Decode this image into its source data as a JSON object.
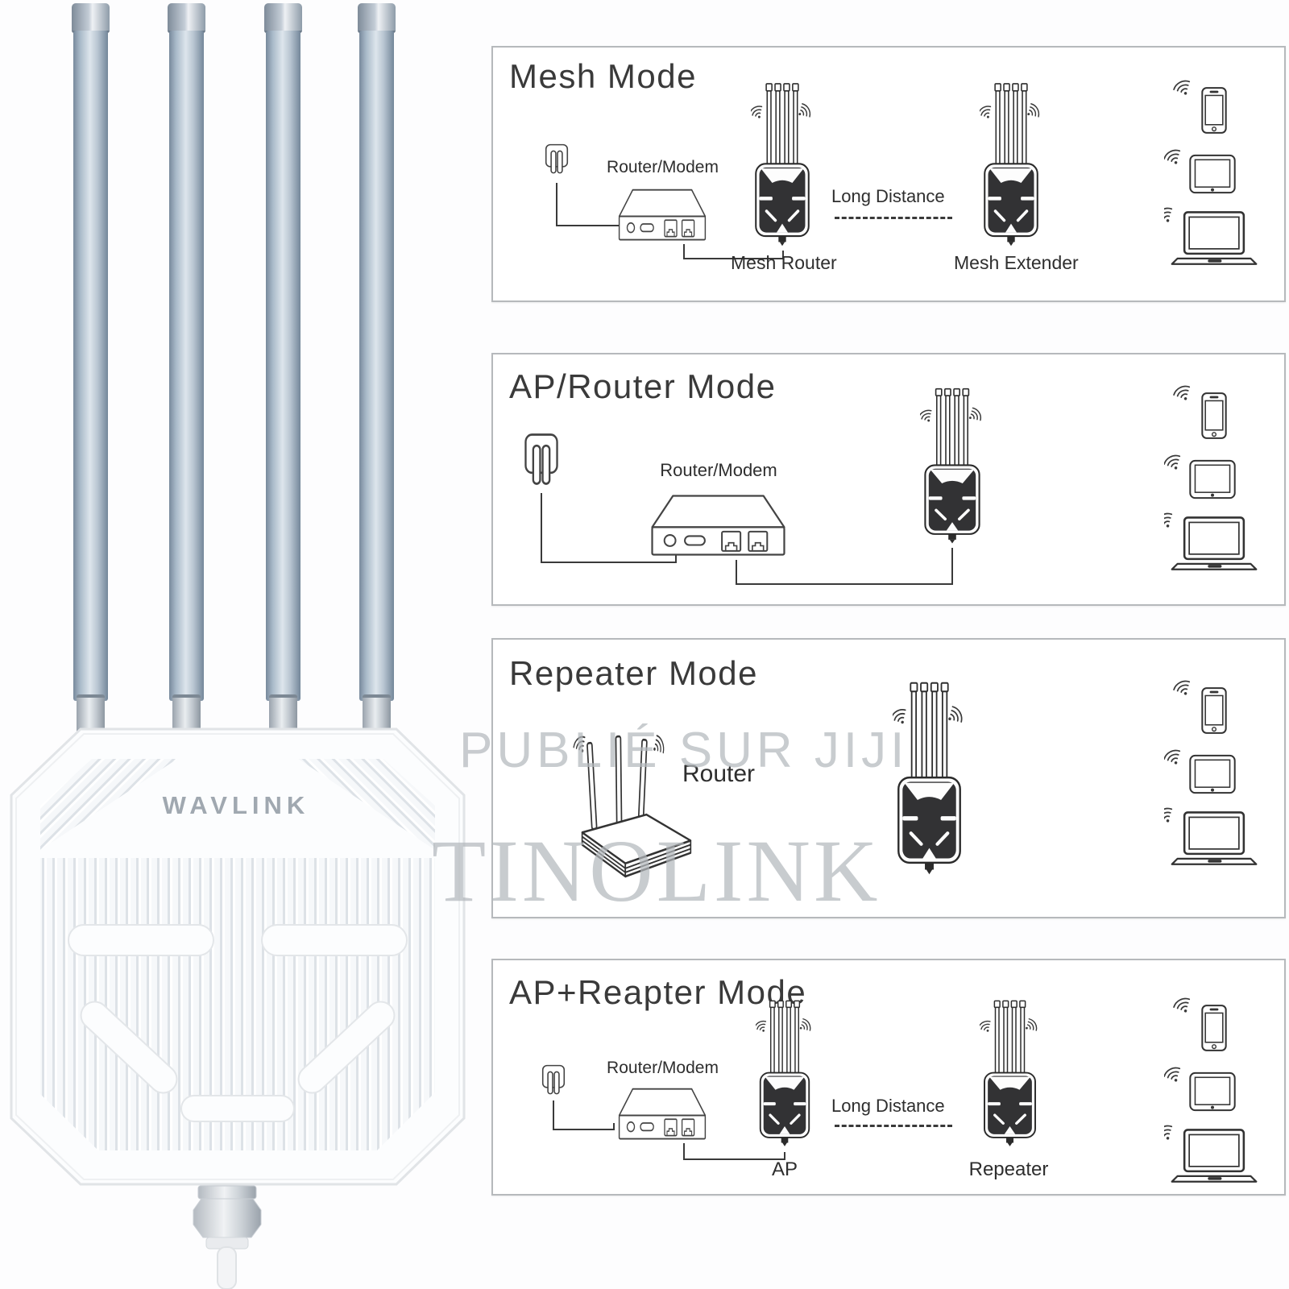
{
  "product": {
    "logo": "WAVLINK"
  },
  "watermark": {
    "line1": "PUBLIÉ SUR JIJI",
    "line2": "TINOLINK"
  },
  "panels": [
    {
      "title": "Mesh Mode",
      "router_modem": "Router/Modem",
      "device1": "Mesh Router",
      "link": "Long Distance",
      "device2": "Mesh Extender"
    },
    {
      "title": "AP/Router Mode",
      "router_modem": "Router/Modem"
    },
    {
      "title": "Repeater Mode",
      "router": "Router"
    },
    {
      "title": "AP+Reapter Mode",
      "router_modem": "Router/Modem",
      "device1": "AP",
      "link": "Long Distance",
      "device2": "Repeater"
    }
  ],
  "colors": {
    "panel_border": "#b6b9bc",
    "line_art": "#3a3a3a",
    "device_dark": "#323234",
    "watermark": "#b4b9bd",
    "antenna": "#a9bac9"
  }
}
